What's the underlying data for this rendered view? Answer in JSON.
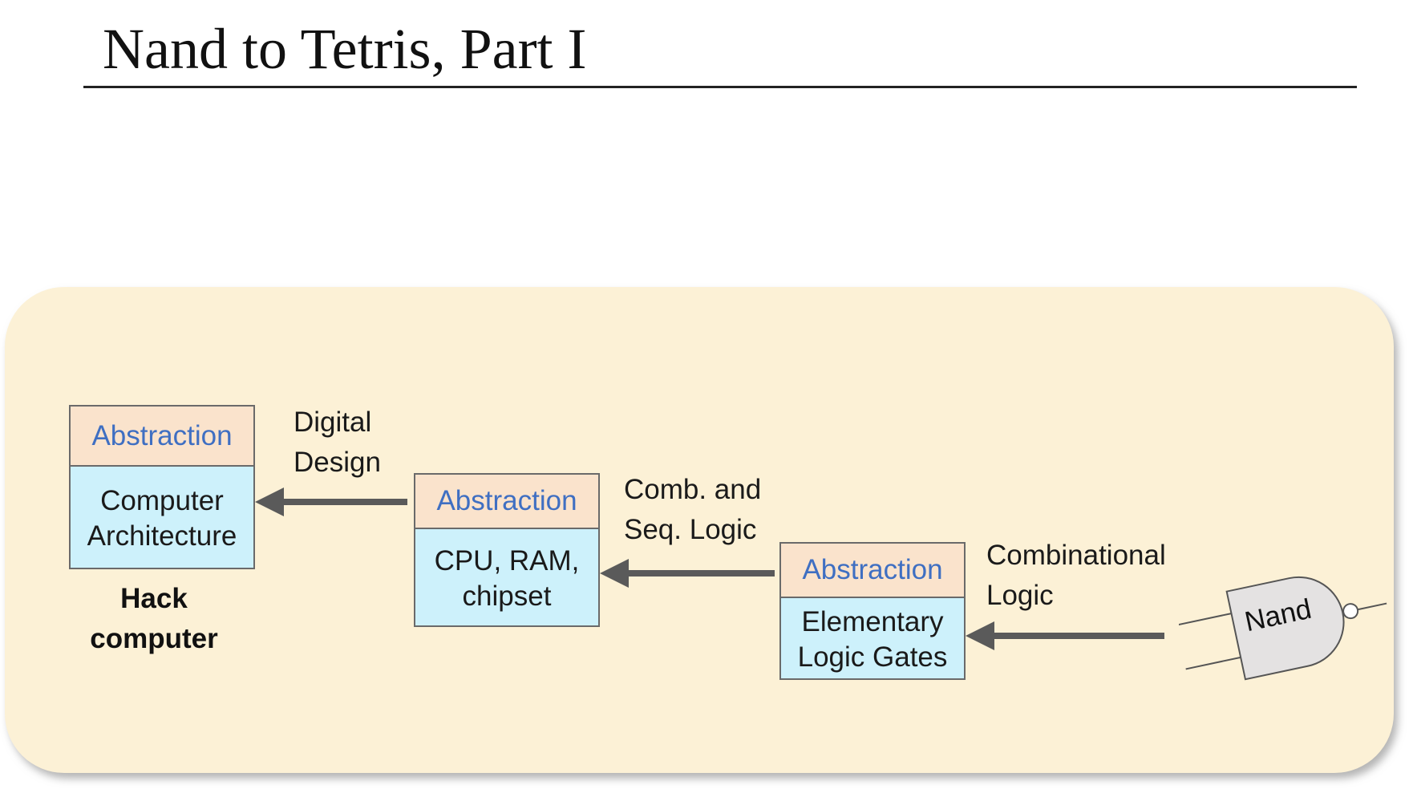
{
  "title": "Nand to Tetris, Part I",
  "stages": [
    {
      "header": "Abstraction",
      "body": "Computer\nArchitecture"
    },
    {
      "header": "Abstraction",
      "body": "CPU, RAM,\nchipset"
    },
    {
      "header": "Abstraction",
      "body": "Elementary\nLogic Gates"
    }
  ],
  "transitions": [
    {
      "label": "Digital\nDesign"
    },
    {
      "label": "Comb. and\nSeq. Logic"
    },
    {
      "label": "Combinational\nLogic"
    }
  ],
  "bottom_caption": "Hack\ncomputer",
  "gate_label": "Nand",
  "colors": {
    "panel": "#fcf1d6",
    "box_header": "#fae3cc",
    "box_body": "#cdf1fb",
    "header_text": "#3f6fc2",
    "arrow": "#5a5a5a",
    "gate_fill": "#e4e2e2"
  }
}
